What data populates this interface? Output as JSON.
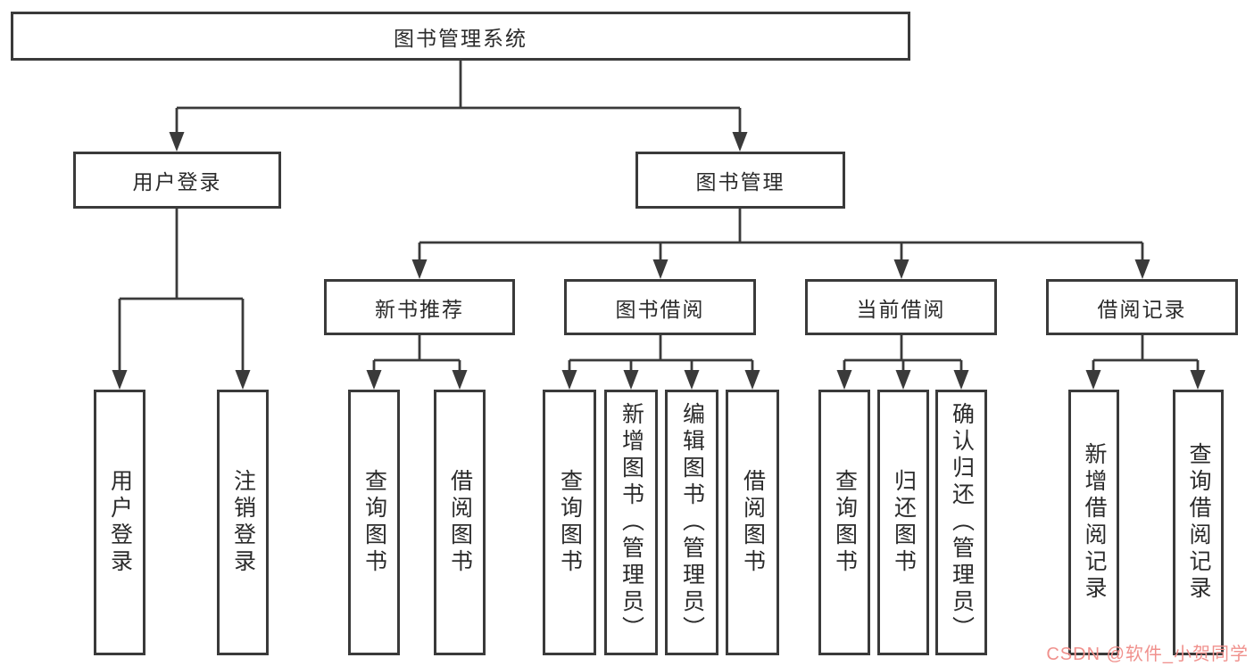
{
  "tree": {
    "root": "图书管理系统",
    "branches": [
      {
        "label": "用户登录",
        "children": [
          {
            "label": "用户登录"
          },
          {
            "label": "注销登录"
          }
        ]
      },
      {
        "label": "图书管理",
        "children": [
          {
            "label": "新书推荐",
            "children": [
              {
                "label": "查询图书"
              },
              {
                "label": "借阅图书"
              }
            ]
          },
          {
            "label": "图书借阅",
            "children": [
              {
                "label": "查询图书"
              },
              {
                "label": "新增图书（管理员）"
              },
              {
                "label": "编辑图书（管理员）"
              },
              {
                "label": "借阅图书"
              }
            ]
          },
          {
            "label": "当前借阅",
            "children": [
              {
                "label": "查询图书"
              },
              {
                "label": "归还图书"
              },
              {
                "label": "确认归还（管理员）"
              }
            ]
          },
          {
            "label": "借阅记录",
            "children": [
              {
                "label": "新增借阅记录"
              },
              {
                "label": "查询借阅记录"
              }
            ]
          }
        ]
      }
    ]
  },
  "watermark": "CSDN @软件_小贺同学",
  "colors": {
    "line": "#3a3a3a",
    "text": "#2b2b2b",
    "watermark": "#f0918d",
    "background": "#ffffff"
  }
}
